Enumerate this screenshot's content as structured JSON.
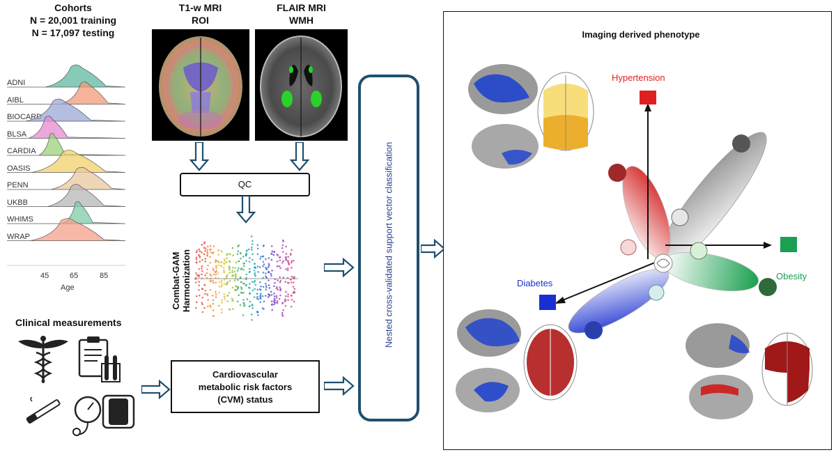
{
  "cohorts": {
    "title": "Cohorts",
    "n_training": "N = 20,001 training",
    "n_testing": "N = 17,097 testing",
    "names": [
      "ADNI",
      "AIBL",
      "BIOCARD",
      "BLSA",
      "CARDIA",
      "OASIS",
      "PENN",
      "UKBB",
      "WHIMS",
      "WRAP"
    ],
    "axis_ticks": [
      "45",
      "65",
      "85"
    ],
    "axis_label": "Age",
    "colors": [
      "#5fb8a0",
      "#f19a7a",
      "#9aa8d6",
      "#e58ad2",
      "#9ed07a",
      "#f1d06a",
      "#e8c89e",
      "#b7b7b7",
      "#7fcaa9",
      "#f4a08a"
    ]
  },
  "mri": {
    "t1_title_line1": "T1-w MRI",
    "t1_title_line2": "ROI",
    "flair_title_line1": "FLAIR MRI",
    "flair_title_line2": "WMH"
  },
  "qc": {
    "label": "QC"
  },
  "harmonization": {
    "label_line1": "Combat-GAM",
    "label_line2": "Harmonization"
  },
  "clinical": {
    "title": "Clinical measurements"
  },
  "cvm_box": {
    "line1": "Cardiovascular",
    "line2": "metabolic risk factors",
    "line3": "(CVM) status"
  },
  "classifier": {
    "label": "Nested cross-validated support vector classification"
  },
  "phenotype": {
    "title": "Imaging derived phenotype",
    "hypertension": "Hypertension",
    "diabetes": "Diabetes",
    "obesity": "Obesity",
    "colors": {
      "hypertension": "#e02020",
      "diabetes": "#1a2fd0",
      "obesity": "#1aa050",
      "accent": "#1f4f6e"
    }
  }
}
